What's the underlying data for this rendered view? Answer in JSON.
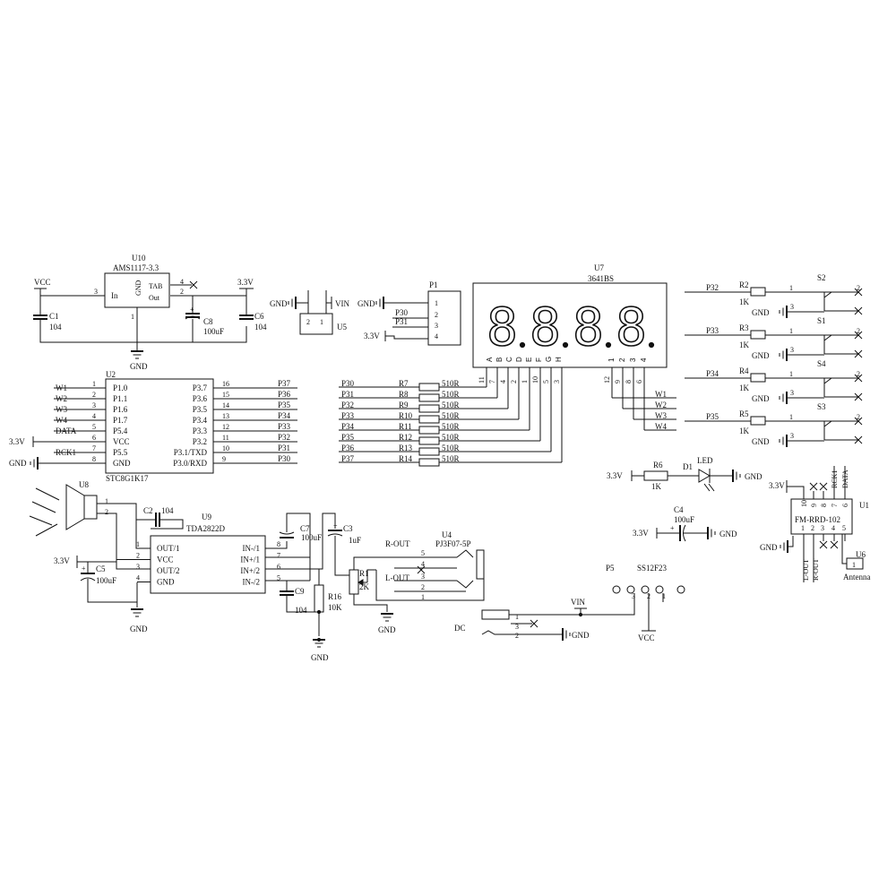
{
  "u10": {
    "ref": "U10",
    "part": "AMS1117-3.3",
    "pin_in": "In",
    "pin_gnd": "GND",
    "pin_tab": "TAB",
    "pin_out": "Out",
    "p3": "3",
    "p4": "4",
    "p2": "2",
    "p1": "1"
  },
  "left_power": {
    "vcc": "VCC",
    "c1_ref": "C1",
    "c1_val": "104",
    "gnd": "GND",
    "v33": "3.3V",
    "c8_ref": "C8",
    "c8_val": "100uF",
    "c6_ref": "C6",
    "c6_val": "104"
  },
  "u5": {
    "ref": "U5",
    "gnd": "GND",
    "vin": "VIN",
    "p2": "2",
    "p1": "1"
  },
  "p1": {
    "ref": "P1",
    "gnd": "GND",
    "p30": "P30",
    "p31": "P31",
    "v33": "3.3V",
    "pins": [
      "1",
      "2",
      "3",
      "4"
    ]
  },
  "u2": {
    "ref": "U2",
    "part": "STC8G1K17",
    "left": [
      {
        "net": "W1",
        "num": "1",
        "pin": "P1.0"
      },
      {
        "net": "W2",
        "num": "2",
        "pin": "P1.1"
      },
      {
        "net": "W3",
        "num": "3",
        "pin": "P1.6"
      },
      {
        "net": "W4",
        "num": "4",
        "pin": "P1.7"
      },
      {
        "net": "DATA",
        "num": "5",
        "pin": "P5.4"
      },
      {
        "net": "3.3V",
        "num": "6",
        "pin": "VCC"
      },
      {
        "net": "RCK1",
        "num": "7",
        "pin": "P5.5"
      },
      {
        "net": "GND",
        "num": "8",
        "pin": "GND"
      }
    ],
    "right": [
      {
        "net": "P37",
        "num": "16",
        "pin": "P3.7"
      },
      {
        "net": "P36",
        "num": "15",
        "pin": "P3.6"
      },
      {
        "net": "P35",
        "num": "14",
        "pin": "P3.5"
      },
      {
        "net": "P34",
        "num": "13",
        "pin": "P3.4"
      },
      {
        "net": "P33",
        "num": "12",
        "pin": "P3.3"
      },
      {
        "net": "P32",
        "num": "11",
        "pin": "P3.2"
      },
      {
        "net": "P31",
        "num": "10",
        "pin": "P3.1/TXD"
      },
      {
        "net": "P30",
        "num": "9",
        "pin": "P3.0/RXD"
      }
    ]
  },
  "resistors_510": [
    {
      "net": "P30",
      "ref": "R7",
      "val": "510R"
    },
    {
      "net": "P31",
      "ref": "R8",
      "val": "510R"
    },
    {
      "net": "P32",
      "ref": "R9",
      "val": "510R"
    },
    {
      "net": "P33",
      "ref": "R10",
      "val": "510R"
    },
    {
      "net": "P34",
      "ref": "R11",
      "val": "510R"
    },
    {
      "net": "P35",
      "ref": "R12",
      "val": "510R"
    },
    {
      "net": "P36",
      "ref": "R13",
      "val": "510R"
    },
    {
      "net": "P37",
      "ref": "R14",
      "val": "510R"
    }
  ],
  "u7": {
    "ref": "U7",
    "part": "3641BS",
    "digits": "8.8.8.8.",
    "seg_letters": [
      "A",
      "B",
      "C",
      "D",
      "E",
      "F",
      "G",
      "H"
    ],
    "seg_pins": [
      "11",
      "7",
      "4",
      "2",
      "1",
      "10",
      "5",
      "3"
    ],
    "com_pins": [
      "12",
      "9",
      "8",
      "6"
    ],
    "com_nets": [
      "W1",
      "W2",
      "W3",
      "W4"
    ]
  },
  "switches": [
    {
      "net": "P32",
      "ref": "R2",
      "val": "1K",
      "sw": "S2",
      "p1": "1",
      "p3": "3",
      "gnd": "GND"
    },
    {
      "net": "P33",
      "ref": "R3",
      "val": "1K",
      "sw": "S1",
      "p1": "1",
      "p3": "3",
      "gnd": "GND"
    },
    {
      "net": "P34",
      "ref": "R4",
      "val": "1K",
      "sw": "S4",
      "p1": "1",
      "p3": "3",
      "gnd": "GND"
    },
    {
      "net": "P35",
      "ref": "R5",
      "val": "1K",
      "sw": "S3",
      "p1": "1",
      "p3": "3",
      "gnd": "GND"
    }
  ],
  "sw_pin2": "2",
  "led": {
    "v33": "3.3V",
    "r_ref": "R6",
    "r_val": "1K",
    "d_ref": "D1",
    "label": "LED",
    "gnd": "GND"
  },
  "u1": {
    "ref": "U1",
    "part": "FM-RRD-102",
    "v33": "3.3V",
    "gnd": "GND",
    "top_nums": [
      "10",
      "9",
      "8",
      "7",
      "6"
    ],
    "bot_nums": [
      "1",
      "2",
      "3",
      "4",
      "5"
    ],
    "top_nets": [
      "RCK1",
      "DATA"
    ],
    "bot_nets": [
      "L-OUT",
      "R-OUT"
    ],
    "u6_ref": "U6",
    "u6_pin": "1",
    "antenna": "Antenna"
  },
  "c4": {
    "ref": "C4",
    "val": "100uF",
    "v33": "3.3V",
    "gnd": "GND"
  },
  "u8": {
    "ref": "U8",
    "p1": "1",
    "p2": "2"
  },
  "c2": {
    "ref": "C2",
    "val": "104"
  },
  "u9": {
    "ref": "U9",
    "part": "TDA2822D",
    "left": [
      {
        "num": "1",
        "pin": "OUT/1"
      },
      {
        "num": "2",
        "pin": "VCC"
      },
      {
        "num": "3",
        "pin": "OUT/2"
      },
      {
        "num": "4",
        "pin": "GND"
      }
    ],
    "right": [
      {
        "num": "8",
        "pin": "IN-/1"
      },
      {
        "num": "7",
        "pin": "IN+/1"
      },
      {
        "num": "6",
        "pin": "IN+/2"
      },
      {
        "num": "5",
        "pin": "IN-/2"
      }
    ]
  },
  "c5": {
    "ref": "C5",
    "val": "100uF",
    "v33": "3.3V",
    "gnd": "GND"
  },
  "c7": {
    "ref": "C7",
    "val": "100uF"
  },
  "c3": {
    "ref": "C3",
    "val": "1uF"
  },
  "c9": {
    "ref": "C9",
    "val": "104"
  },
  "r16": {
    "ref": "R16",
    "val": "10K",
    "gnd": "GND"
  },
  "r1": {
    "ref": "R1",
    "val": "2K",
    "gnd": "GND"
  },
  "u4": {
    "ref": "U4",
    "part": "PJ3F07-5P",
    "rout": "R-OUT",
    "lout": "L-OUT",
    "pins": [
      "5",
      "4",
      "3",
      "2",
      "1"
    ]
  },
  "dc": {
    "label": "DC",
    "vin": "VIN",
    "p1": "1",
    "p3": "3",
    "p2": "2",
    "gnd": "GND"
  },
  "p5": {
    "ref": "P5",
    "part": "SS12F23",
    "pins": [
      "3",
      "2",
      "1"
    ],
    "vcc": "VCC"
  }
}
